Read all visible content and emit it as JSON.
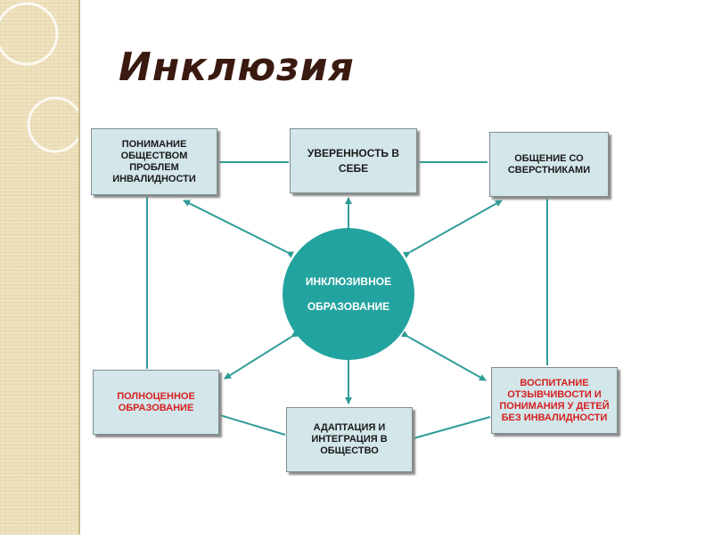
{
  "title": "Инклюзия",
  "colors": {
    "box_fill": "#d3e6ea",
    "center_fill": "#23a39f",
    "title": "#3a1a10",
    "accent_red": "#d62020",
    "arrow": "#2f9c97"
  },
  "center": {
    "line1": "ИНКЛЮЗИВНОЕ",
    "line2": "ОБРАЗОВАНИЕ"
  },
  "nodes": {
    "understanding": "ПОНИМАНИЕ\nОБЩЕСТВОМ\nПРОБЛЕМ\nИНВАЛИДНОСТИ",
    "confidence": "УВЕРЕННОСТЬ В\nСЕБЕ",
    "peers": "ОБЩЕНИЕ СО\nСВЕРСТНИКАМИ",
    "full_education": "ПОЛНОЦЕННОЕ\nОБРАЗОВАНИЕ",
    "adaptation": "АДАПТАЦИЯ И\nИНТЕГРАЦИЯ В\nОБЩЕСТВО",
    "upbringing": "ВОСПИТАНИЕ\nОТЗЫВЧИВОСТИ И\nПОНИМАНИЯ У ДЕТЕЙ\nБЕЗ ИНВАЛИДНОСТИ"
  }
}
